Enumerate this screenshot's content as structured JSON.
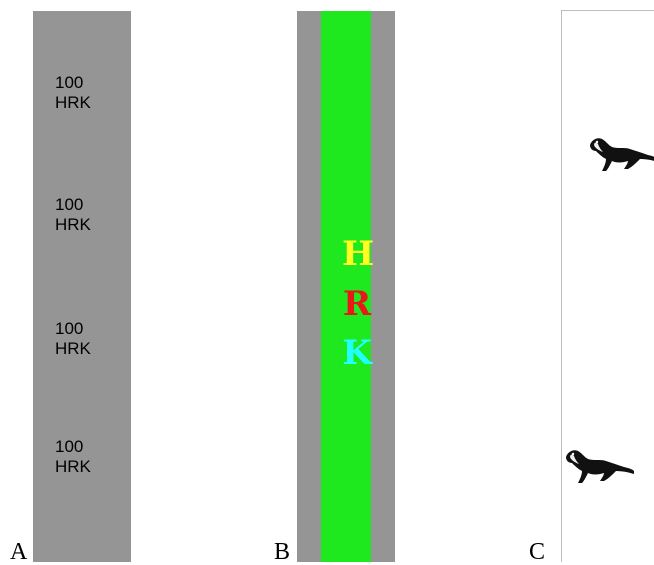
{
  "panel_a": {
    "label": "A",
    "denominations": [
      {
        "value": "100",
        "currency": "HRK"
      },
      {
        "value": "100",
        "currency": "HRK"
      },
      {
        "value": "100",
        "currency": "HRK"
      },
      {
        "value": "100",
        "currency": "HRK"
      }
    ]
  },
  "panel_b": {
    "label": "B",
    "letters": [
      {
        "char": "H",
        "color": "#ffff22"
      },
      {
        "char": "R",
        "color": "#e81818"
      },
      {
        "char": "K",
        "color": "#22ffff"
      }
    ],
    "band_color": "#1ee81e",
    "strip_color": "#959595"
  },
  "panel_c": {
    "label": "C",
    "icons": [
      "marten-icon",
      "marten-icon"
    ]
  }
}
